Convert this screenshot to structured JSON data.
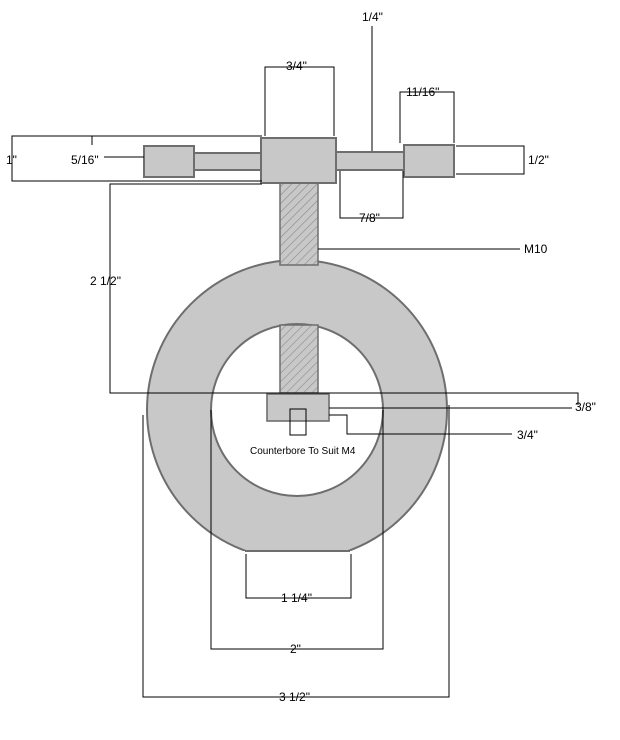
{
  "dimensions": {
    "handle_end_cap_height": "1\"",
    "handle_shank_dia": "5/16\"",
    "head_width": "3/4\"",
    "shank_dia": "1/4\"",
    "end_cap_length": "11/16\"",
    "end_cap_dia": "1/2\"",
    "shank_length": "7/8\"",
    "thread": "M10",
    "screw_length": "2 1/2\"",
    "pad_height": "3/8\"",
    "pad_width": "3/4\"",
    "note": "Counterbore To Suit M4",
    "flat_width": "1 1/4\"",
    "inner_dia": "2\"",
    "outer_dia": "3 1/2\""
  }
}
